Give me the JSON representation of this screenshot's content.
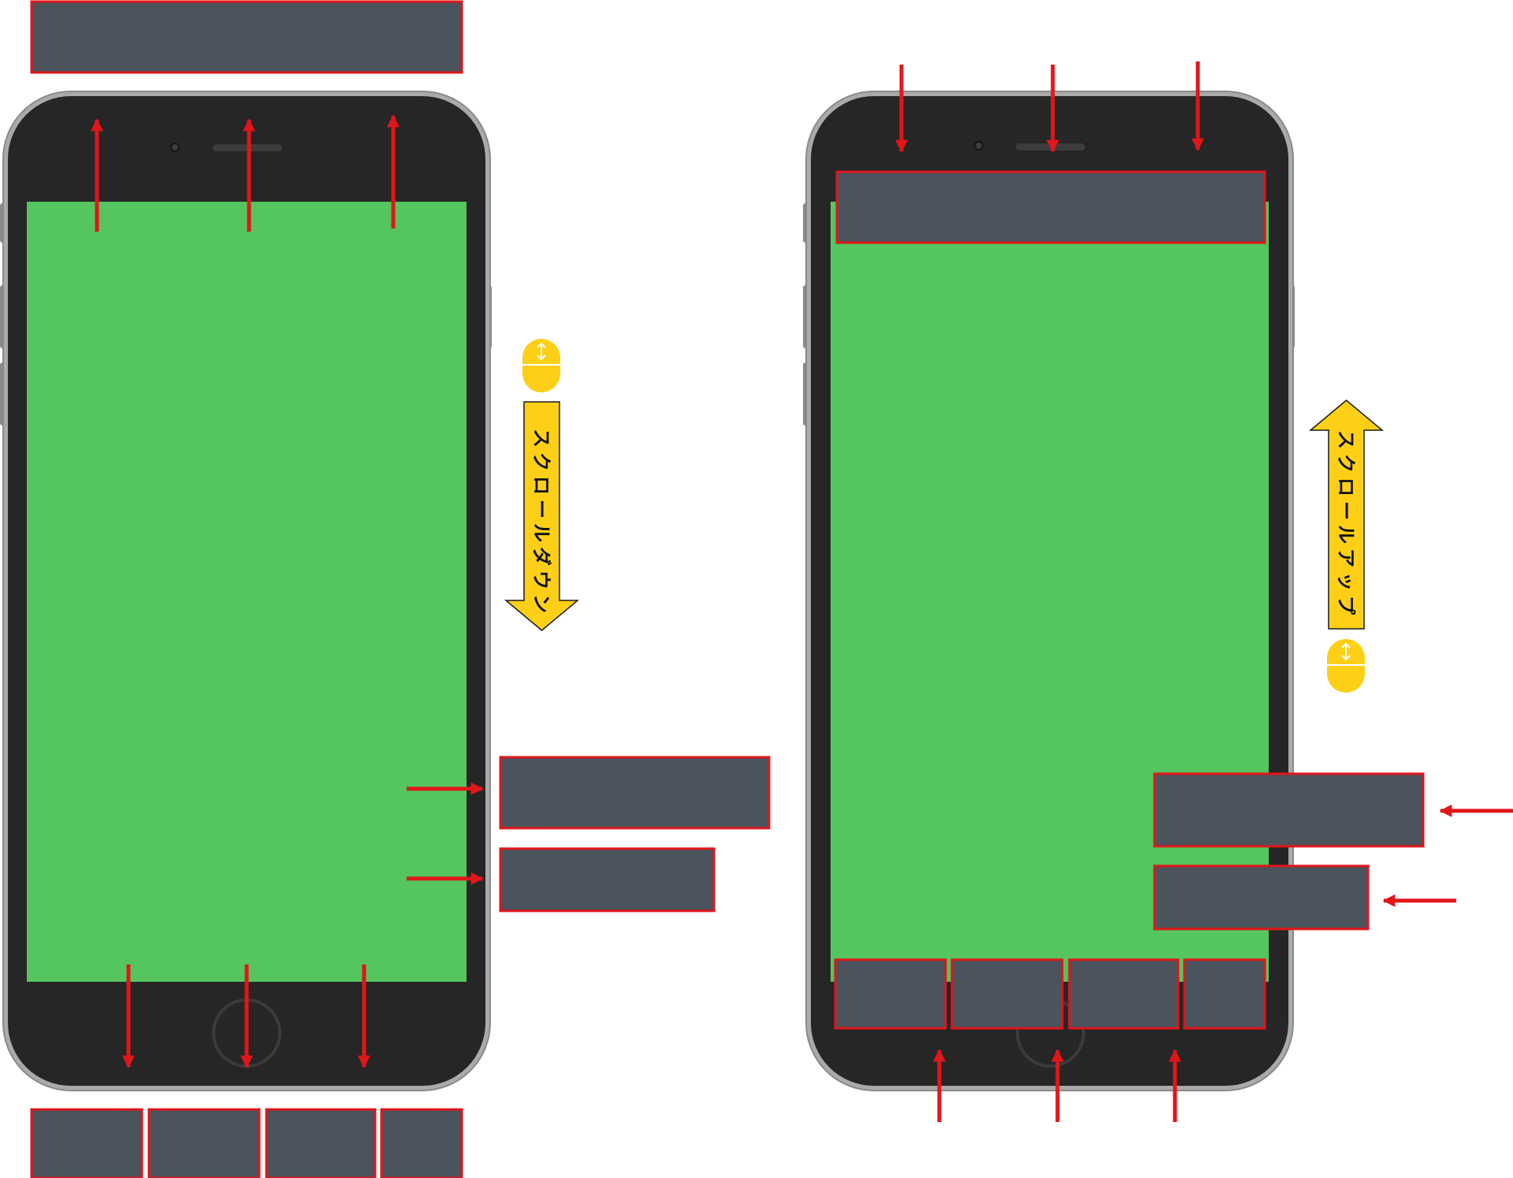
{
  "colors": {
    "screen": "#55c55f",
    "phone_body": "#262626",
    "phone_frame": "#9a9a9a",
    "block_fill": "#4b535c",
    "block_border": "#e0161b",
    "arrow": "#e0161b",
    "scroll_yellow": "#fdd017"
  },
  "left_phone": {
    "scroll_label": "スクロールダウン",
    "scroll_direction": "down",
    "icons": [
      "mouse-icon",
      "down-arrow-icon"
    ]
  },
  "right_phone": {
    "scroll_label": "スクロールアップ",
    "scroll_direction": "up",
    "icons": [
      "mouse-icon",
      "up-arrow-icon"
    ]
  }
}
